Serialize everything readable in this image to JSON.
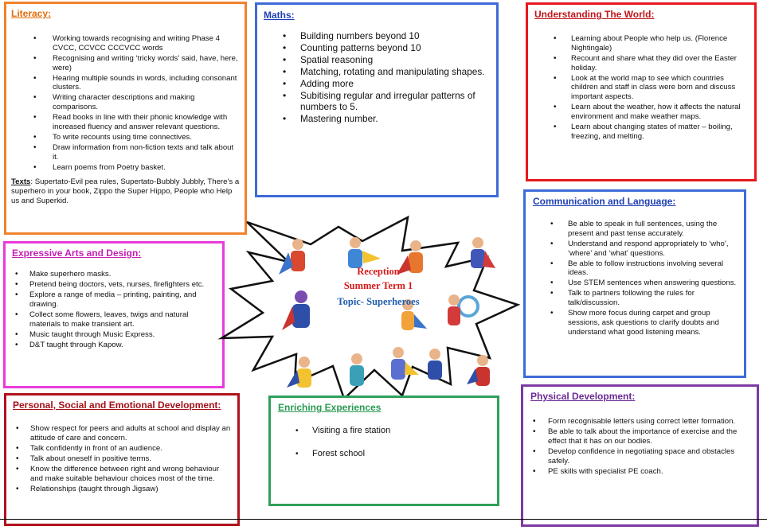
{
  "literacy": {
    "title": "Literacy:",
    "items": [
      "Working towards recognising and writing Phase 4 CVCC, CCVCC CCCVCC words",
      "Recognising and writing ‘tricky words’ said, have, here, were)",
      "Hearing multiple sounds in words, including consonant clusters.",
      " Writing character descriptions and making comparisons.",
      "Read books in line with their phonic knowledge with increased fluency and answer relevant questions.",
      " To write recounts using time connectives.",
      "Draw information from non-fiction texts and talk about it.",
      "Learn poems from Poetry basket."
    ],
    "texts_label": "Texts",
    "texts_value": ": Supertato-Evil pea rules, Supertato-Bubbly Jubbly, There’s a superhero in your book, Zippo the Super Hippo, People who Help us and Superkid."
  },
  "maths": {
    "title": "Maths:",
    "items": [
      "Building numbers beyond 10",
      "Counting patterns beyond 10",
      "Spatial reasoning",
      "Matching, rotating and manipulating shapes.",
      "Adding more",
      "Subitising regular and irregular patterns of numbers to 5.",
      "Mastering number."
    ]
  },
  "understanding_world": {
    "title": "Understanding The World:",
    "items": [
      "Learning about People who help us. (Florence Nightingale)",
      "Recount and share what they did over the Easter holiday.",
      "Look at the world map to see which countries children and staff in class were born and discuss important aspects.",
      "Learn about the weather, how it affects the natural environment and make weather maps.",
      "Learn about changing states of matter – boiling, freezing, and melting."
    ]
  },
  "communication_language": {
    "title": "Communication and Language:",
    "items": [
      "Be able to speak in full sentences, using the present and past tense accurately.",
      "Understand and respond appropriately to ‘who’, ‘where’ and ‘what’ questions.",
      "Be able to follow instructions involving several ideas.",
      "Use STEM sentences when answering questions.",
      "Talk to partners following the rules for talk/discussion.",
      "Show more focus during carpet and group sessions, ask questions to clarify doubts and understand what good listening means."
    ]
  },
  "expressive_arts": {
    "title": "Expressive Arts and Design:",
    "items": [
      "Make superhero masks.",
      "Pretend being doctors, vets, nurses, firefighters etc.",
      "Explore a range of media – printing, painting, and drawing.",
      "Collect some flowers, leaves, twigs and natural materials to make transient art.",
      "Music taught through Music Express.",
      "D&T taught through Kapow."
    ]
  },
  "psed": {
    "title": "Personal, Social and Emotional Development:",
    "items": [
      "Show respect for peers and adults at school and display an attitude of care and concern.",
      "Talk confidently in front of an audience.",
      "Talk about oneself in positive terms.",
      "Know the difference between right and wrong behaviour and make suitable behaviour choices most of the time.",
      "Relationships (taught through Jigsaw)"
    ]
  },
  "enriching": {
    "title": "Enriching Experiences",
    "items": [
      "Visiting a fire station",
      "Forest school"
    ]
  },
  "physical": {
    "title": "Physical Development:",
    "items": [
      "Form recognisable letters using correct letter formation.",
      "Be able to talk about the importance of exercise and the effect that it has on our bodies.",
      "Develop confidence in negotiating space and obstacles safely.",
      "PE skills with specialist PE coach."
    ]
  },
  "center": {
    "line1": "Reception",
    "line2": "Summer Term 1",
    "line3": "Topic- Superheroes"
  },
  "colors": {
    "literacy": "#f0832d",
    "maths": "#3e6bd8",
    "understanding_world": "#e8181f",
    "communication": "#3e6bd8",
    "expressive_arts": "#e93bdc",
    "psed": "#b0121d",
    "enriching": "#2fa05b",
    "physical": "#7c3aa4"
  }
}
